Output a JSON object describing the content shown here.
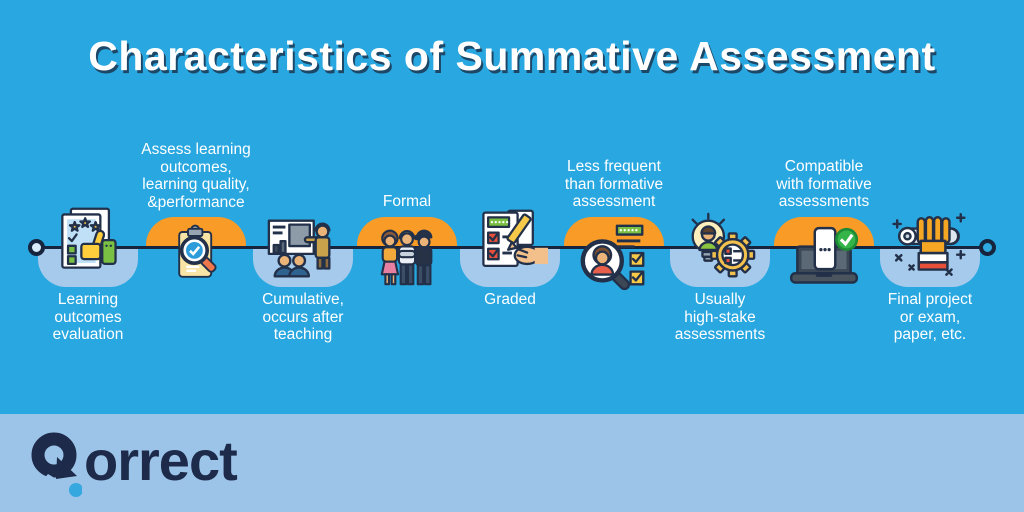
{
  "title": "Characteristics of Summative Assessment",
  "brand": {
    "full": "Qorrect",
    "mark": "Q",
    "rest": "orrect"
  },
  "colors": {
    "background": "#29A7E0",
    "accent_orange": "#F89B27",
    "bump_blue": "#A5CAEC",
    "band_blue": "#9CC4E8",
    "line_navy": "#16243E",
    "title_white": "#FFFFFF",
    "logo_navy": "#1E2A4A",
    "logo_dot_blue": "#35A8E0"
  },
  "timeline": {
    "nodes": [
      {
        "id": 1,
        "side": "below",
        "icon": "evaluation-sheet-icon",
        "label": "Learning\noutcomes\nevaluation"
      },
      {
        "id": 2,
        "side": "above",
        "icon": "clipboard-magnifier-icon",
        "label": "Assess learning\noutcomes,\nlearning quality,\n&performance"
      },
      {
        "id": 3,
        "side": "below",
        "icon": "presenter-audience-icon",
        "label": "Cumulative,\noccurs after\nteaching"
      },
      {
        "id": 4,
        "side": "above",
        "icon": "people-group-icon",
        "label": "Formal"
      },
      {
        "id": 5,
        "side": "below",
        "icon": "grading-checklist-icon",
        "label": "Graded"
      },
      {
        "id": 6,
        "side": "above",
        "icon": "candidate-search-icon",
        "label": "Less frequent\nthan formative\nassessment"
      },
      {
        "id": 7,
        "side": "below",
        "icon": "idea-gear-checklist-icon",
        "label": "Usually\nhigh-stake\nassessments"
      },
      {
        "id": 8,
        "side": "above",
        "icon": "laptop-phone-check-icon",
        "label": "Compatible\nwith formative\nassessments"
      },
      {
        "id": 9,
        "side": "below",
        "icon": "diploma-hand-icon",
        "label": "Final project\nor exam,\npaper, etc."
      }
    ]
  }
}
